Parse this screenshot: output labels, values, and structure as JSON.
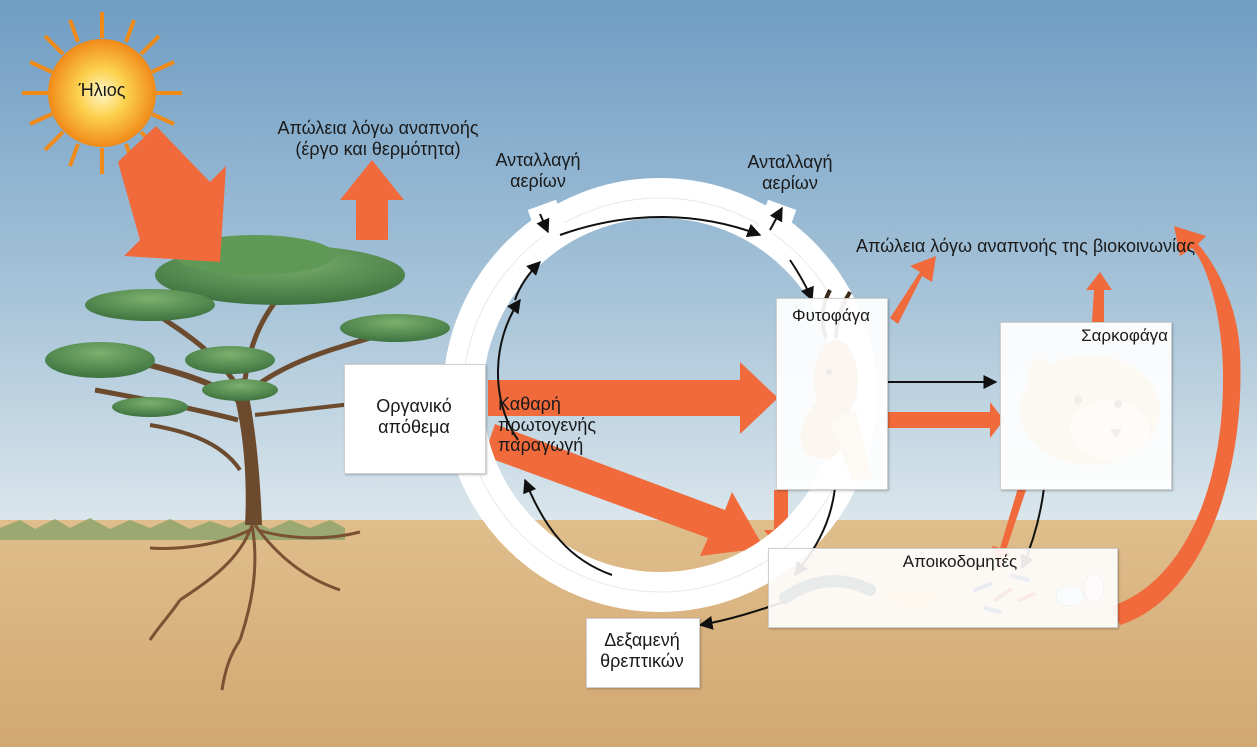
{
  "diagram": {
    "sun": {
      "label": "Ήλιος"
    },
    "respiration_loss": {
      "label": "Απώλεια λόγω αναπνοής\n(έργο και θερμότητα)"
    },
    "gas_exchange_1": {
      "label": "Ανταλλαγή\nαερίων"
    },
    "gas_exchange_2": {
      "label": "Ανταλλαγή\nαερίων"
    },
    "community_loss": {
      "label": "Απώλεια λόγω αναπνοής της βιοκοινωνίας"
    },
    "organic_store": {
      "label": "Οργανικό\nαπόθεμα"
    },
    "net_primary_production": {
      "label": "Καθαρή\nπρωτογενής\nπαραγωγή"
    },
    "herbivores": {
      "label": "Φυτοφάγα"
    },
    "carnivores": {
      "label": "Σαρκοφάγα"
    },
    "decomposers": {
      "label": "Αποικοδομητές"
    },
    "nutrient_pool": {
      "label": "Δεξαμενή\nθρεπτικών"
    }
  },
  "colors": {
    "sky_top": "#6f9dc4",
    "sky_bottom": "#e3ecef",
    "ground": "#dcb682",
    "energy_arrow": "#f06a3c",
    "sun_core": "#f7a21c",
    "tree_canopy": "#4f8a4a",
    "trunk": "#6b4a2e"
  }
}
